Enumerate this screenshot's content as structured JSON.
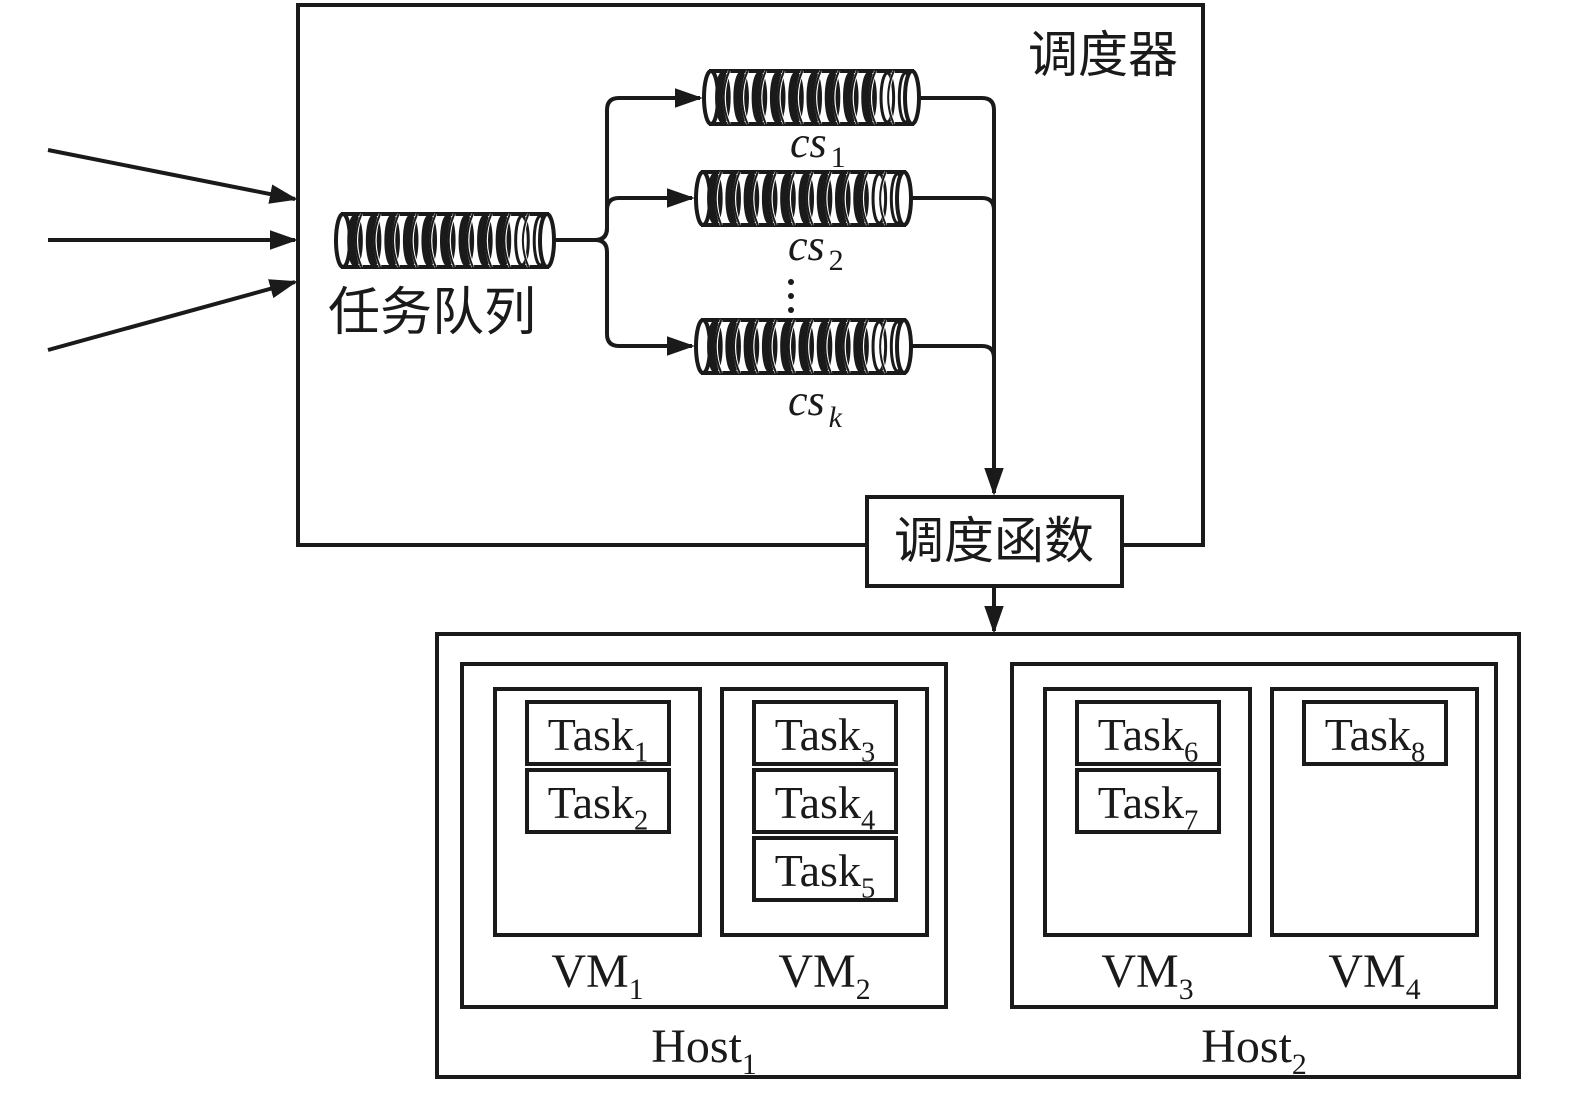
{
  "scheduler": {
    "title": "调度器",
    "task_queue_label": "任务队列",
    "incoming_arrows": 3,
    "sub_queues": [
      {
        "base": "cs",
        "sub": "1"
      },
      {
        "base": "cs",
        "sub": "2"
      },
      {
        "base": "cs",
        "sub": "k"
      }
    ],
    "ellipsis": "⋮",
    "function_label": "调度函数"
  },
  "hosts": [
    {
      "base": "Host",
      "sub": "1",
      "vms": [
        {
          "base": "VM",
          "sub": "1",
          "tasks": [
            {
              "base": "Task",
              "sub": "1"
            },
            {
              "base": "Task",
              "sub": "2"
            }
          ]
        },
        {
          "base": "VM",
          "sub": "2",
          "tasks": [
            {
              "base": "Task",
              "sub": "3"
            },
            {
              "base": "Task",
              "sub": "4"
            },
            {
              "base": "Task",
              "sub": "5"
            }
          ]
        }
      ]
    },
    {
      "base": "Host",
      "sub": "2",
      "vms": [
        {
          "base": "VM",
          "sub": "3",
          "tasks": [
            {
              "base": "Task",
              "sub": "6"
            },
            {
              "base": "Task",
              "sub": "7"
            }
          ]
        },
        {
          "base": "VM",
          "sub": "4",
          "tasks": [
            {
              "base": "Task",
              "sub": "8"
            }
          ]
        }
      ]
    }
  ]
}
